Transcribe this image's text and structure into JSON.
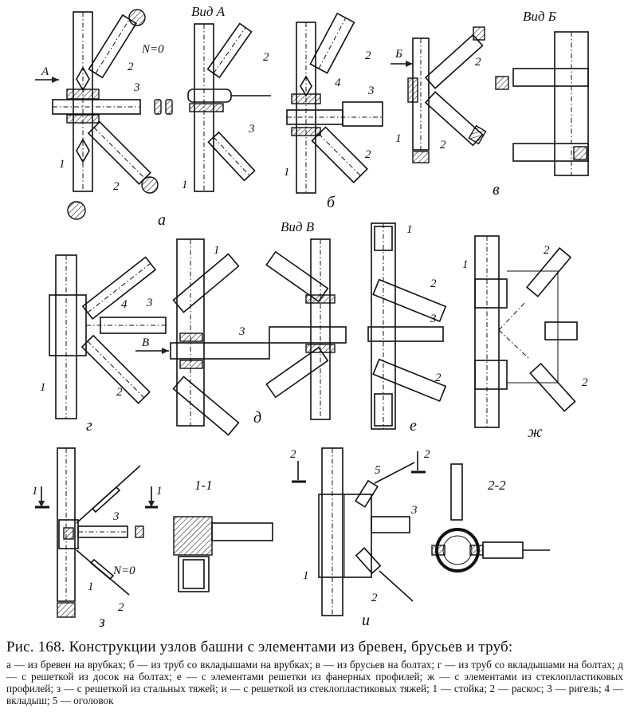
{
  "caption": {
    "title": "Рис. 168. Конструкции узлов башни с элементами из бревен, брусьев и труб:",
    "text": "а — из бревен на врубках; б — из труб со вкладышами на врубках; в — из брусьев на болтах; г — из труб со вкладышами на болтах; д — с решеткой из досок на болтах; е — с элементами решетки из фанерных профилей; ж — с элементами из стеклопластиковых профилей; з — с решеткой из стальных тяжей; и — с решеткой из стеклопластиковых тяжей; 1 — стойка; 2 — раскос; 3 — ригель; 4 — вкладыш; 5 — оголовок"
  },
  "panels": {
    "a": {
      "letter": "а",
      "n1": "1",
      "n2": "2",
      "n2b": "2",
      "n3": "3",
      "nzero": "N=0",
      "arrow": "А"
    },
    "vid_a": {
      "title": "Вид А",
      "n1": "1",
      "n2": "2",
      "n3": "3"
    },
    "b": {
      "letter": "б",
      "n1": "1",
      "n2": "2",
      "n2b": "2",
      "n3": "3",
      "n4": "4"
    },
    "v": {
      "letter": "в",
      "n1": "1",
      "n2": "2",
      "n2b": "2",
      "arrow": "Б"
    },
    "vid_b": {
      "title": "Вид Б"
    },
    "g": {
      "letter": "г",
      "n1": "1",
      "n2": "2",
      "n3": "3",
      "n4": "4"
    },
    "d": {
      "letter": "д",
      "n1": "1",
      "n3": "3",
      "arrow": "В"
    },
    "vid_v": {
      "title": "Вид В"
    },
    "e": {
      "letter": "е",
      "n1": "1",
      "n2": "2",
      "n2b": "2",
      "n3": "3"
    },
    "zh": {
      "letter": "ж",
      "n1": "1",
      "n2": "2",
      "n2b": "2"
    },
    "z": {
      "letter": "з",
      "n1": "1",
      "n2": "2",
      "n3": "3",
      "nzero": "N=0",
      "sec": "1"
    },
    "s11": {
      "title": "1-1"
    },
    "i": {
      "letter": "и",
      "n1": "1",
      "n2": "2",
      "n3": "3",
      "n5": "5",
      "sec": "2"
    },
    "s22": {
      "title": "2-2"
    }
  }
}
